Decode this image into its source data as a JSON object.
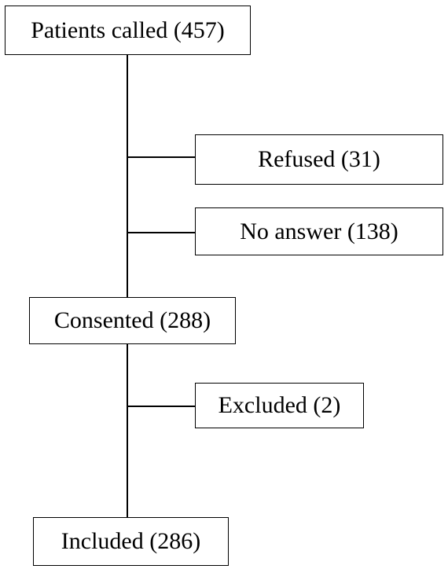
{
  "flowchart": {
    "patients_called": "Patients called (457)",
    "refused": "Refused (31)",
    "no_answer": "No answer (138)",
    "consented": "Consented (288)",
    "excluded": "Excluded (2)",
    "included": "Included (286)"
  }
}
